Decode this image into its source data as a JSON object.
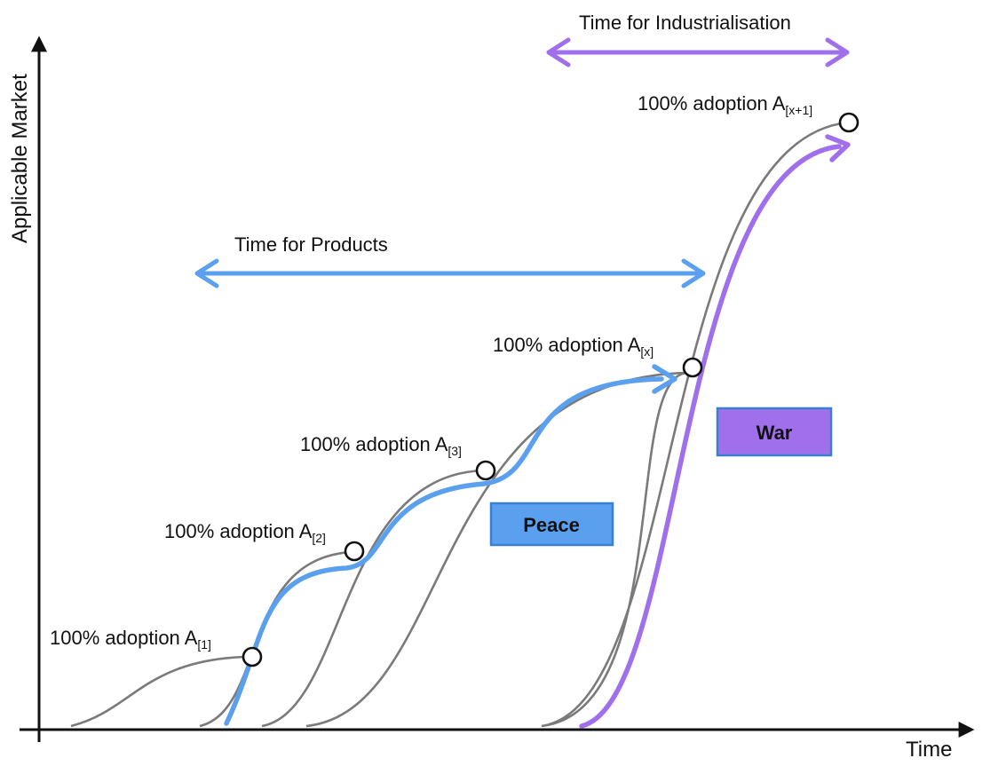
{
  "axes": {
    "y_label": "Applicable Market",
    "x_label": "Time"
  },
  "spans": {
    "industrialisation": "Time for Industrialisation",
    "products": "Time for Products"
  },
  "adoption_labels": [
    {
      "prefix": "100% adoption A",
      "sub": "[1]"
    },
    {
      "prefix": "100% adoption A",
      "sub": "[2]"
    },
    {
      "prefix": "100% adoption A",
      "sub": "[3]"
    },
    {
      "prefix": "100% adoption A",
      "sub": "[x]"
    },
    {
      "prefix": "100% adoption A",
      "sub": "[x+1]"
    }
  ],
  "phases": {
    "peace": "Peace",
    "war": "War"
  },
  "colors": {
    "curve": "#7a7a7a",
    "products_arrow": "#5aa0ee",
    "industrialisation_arrow": "#a070ec",
    "peace_box": "#5aa0ee",
    "war_box": "#a070ec",
    "axis": "#111111"
  }
}
